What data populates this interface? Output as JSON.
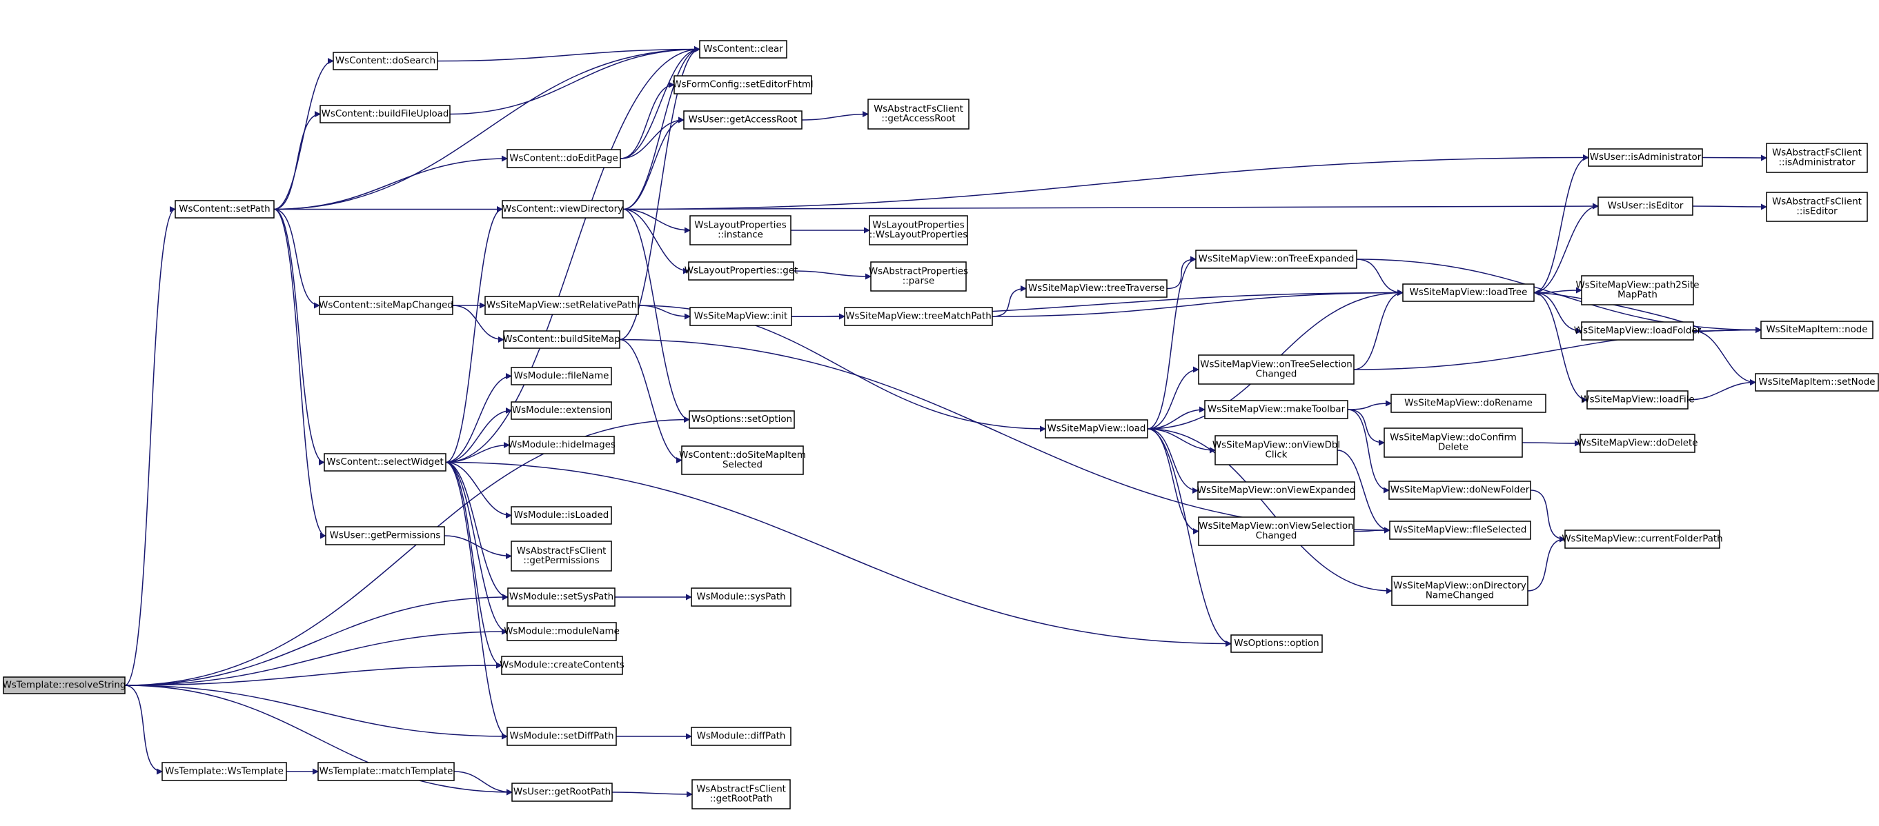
{
  "graph": {
    "edge_color": "#191970",
    "root_fill": "#bfbfbf",
    "nodes": [
      {
        "id": "resolveString",
        "lines": [
          "WsTemplate::resolveString"
        ],
        "root": true
      },
      {
        "id": "setPath",
        "lines": [
          "WsContent::setPath"
        ]
      },
      {
        "id": "doSearch",
        "lines": [
          "WsContent::doSearch"
        ]
      },
      {
        "id": "buildFileUpload",
        "lines": [
          "WsContent::buildFileUpload"
        ]
      },
      {
        "id": "siteMapChanged",
        "lines": [
          "WsContent::siteMapChanged"
        ]
      },
      {
        "id": "selectWidget",
        "lines": [
          "WsContent::selectWidget"
        ]
      },
      {
        "id": "getPermissions",
        "lines": [
          "WsUser::getPermissions"
        ]
      },
      {
        "id": "wsTemplate",
        "lines": [
          "WsTemplate::WsTemplate"
        ]
      },
      {
        "id": "matchTemplate",
        "lines": [
          "WsTemplate::matchTemplate"
        ]
      },
      {
        "id": "clear",
        "lines": [
          "WsContent::clear"
        ]
      },
      {
        "id": "setEditorFhtml",
        "lines": [
          "WsFormConfig::setEditorFhtml"
        ]
      },
      {
        "id": "getAccessRoot",
        "lines": [
          "WsUser::getAccessRoot"
        ]
      },
      {
        "id": "doEditPage",
        "lines": [
          "WsContent::doEditPage"
        ]
      },
      {
        "id": "viewDirectory",
        "lines": [
          "WsContent::viewDirectory"
        ]
      },
      {
        "id": "setRelativePath",
        "lines": [
          "WsSiteMapView::setRelativePath"
        ]
      },
      {
        "id": "buildSiteMap",
        "lines": [
          "WsContent::buildSiteMap"
        ]
      },
      {
        "id": "fileName",
        "lines": [
          "WsModule::fileName"
        ]
      },
      {
        "id": "extension",
        "lines": [
          "WsModule::extension"
        ]
      },
      {
        "id": "hideImages",
        "lines": [
          "WsModule::hideImages"
        ]
      },
      {
        "id": "isLoaded",
        "lines": [
          "WsModule::isLoaded"
        ]
      },
      {
        "id": "afcGetPermissions",
        "lines": [
          "WsAbstractFsClient",
          "::getPermissions"
        ]
      },
      {
        "id": "setSysPath",
        "lines": [
          "WsModule::setSysPath"
        ]
      },
      {
        "id": "moduleName",
        "lines": [
          "WsModule::moduleName"
        ]
      },
      {
        "id": "createContents",
        "lines": [
          "WsModule::createContents"
        ]
      },
      {
        "id": "setDiffPath",
        "lines": [
          "WsModule::setDiffPath"
        ]
      },
      {
        "id": "getRootPath",
        "lines": [
          "WsUser::getRootPath"
        ]
      },
      {
        "id": "afcGetAccessRoot",
        "lines": [
          "WsAbstractFsClient",
          "::getAccessRoot"
        ]
      },
      {
        "id": "lpInstance",
        "lines": [
          "WsLayoutProperties",
          "::instance"
        ]
      },
      {
        "id": "lpGet",
        "lines": [
          "WsLayoutProperties::get"
        ]
      },
      {
        "id": "lpCtor",
        "lines": [
          "WsLayoutProperties",
          "::WsLayoutProperties"
        ]
      },
      {
        "id": "apParse",
        "lines": [
          "WsAbstractProperties",
          "::parse"
        ]
      },
      {
        "id": "smvInit",
        "lines": [
          "WsSiteMapView::init"
        ]
      },
      {
        "id": "setOption",
        "lines": [
          "WsOptions::setOption"
        ]
      },
      {
        "id": "doSiteMapItemSelected",
        "lines": [
          "WsContent::doSiteMapItem",
          "Selected"
        ]
      },
      {
        "id": "sysPath",
        "lines": [
          "WsModule::sysPath"
        ]
      },
      {
        "id": "diffPath",
        "lines": [
          "WsModule::diffPath"
        ]
      },
      {
        "id": "afcGetRootPath",
        "lines": [
          "WsAbstractFsClient",
          "::getRootPath"
        ]
      },
      {
        "id": "treeMatchPath",
        "lines": [
          "WsSiteMapView::treeMatchPath"
        ]
      },
      {
        "id": "treeTraverse",
        "lines": [
          "WsSiteMapView::treeTraverse"
        ]
      },
      {
        "id": "smvLoad",
        "lines": [
          "WsSiteMapView::load"
        ]
      },
      {
        "id": "onTreeExpanded",
        "lines": [
          "WsSiteMapView::onTreeExpanded"
        ]
      },
      {
        "id": "onTreeSelectionChanged",
        "lines": [
          "WsSiteMapView::onTreeSelection",
          "Changed"
        ]
      },
      {
        "id": "makeToolbar",
        "lines": [
          "WsSiteMapView::makeToolbar"
        ]
      },
      {
        "id": "onViewDblClick",
        "lines": [
          "WsSiteMapView::onViewDbl",
          "Click"
        ]
      },
      {
        "id": "onViewExpanded",
        "lines": [
          "WsSiteMapView::onViewExpanded"
        ]
      },
      {
        "id": "onViewSelectionChanged",
        "lines": [
          "WsSiteMapView::onViewSelection",
          "Changed"
        ]
      },
      {
        "id": "isAdministrator",
        "lines": [
          "WsUser::isAdministrator"
        ]
      },
      {
        "id": "isEditor",
        "lines": [
          "WsUser::isEditor"
        ]
      },
      {
        "id": "loadTree",
        "lines": [
          "WsSiteMapView::loadTree"
        ]
      },
      {
        "id": "doRename",
        "lines": [
          "WsSiteMapView::doRename"
        ]
      },
      {
        "id": "doConfirmDelete",
        "lines": [
          "WsSiteMapView::doConfirm",
          "Delete"
        ]
      },
      {
        "id": "doNewFolder",
        "lines": [
          "WsSiteMapView::doNewFolder"
        ]
      },
      {
        "id": "fileSelected",
        "lines": [
          "WsSiteMapView::fileSelected"
        ]
      },
      {
        "id": "onDirectoryNameChanged",
        "lines": [
          "WsSiteMapView::onDirectory",
          "NameChanged"
        ]
      },
      {
        "id": "wsOption",
        "lines": [
          "WsOptions::option"
        ]
      },
      {
        "id": "path2SiteMapPath",
        "lines": [
          "WsSiteMapView::path2Site",
          "MapPath"
        ]
      },
      {
        "id": "loadFolder",
        "lines": [
          "WsSiteMapView::loadFolder"
        ]
      },
      {
        "id": "loadFile",
        "lines": [
          "WsSiteMapView::loadFile"
        ]
      },
      {
        "id": "doDelete",
        "lines": [
          "WsSiteMapView::doDelete"
        ]
      },
      {
        "id": "currentFolderPath",
        "lines": [
          "WsSiteMapView::currentFolderPath"
        ]
      },
      {
        "id": "afcIsAdministrator",
        "lines": [
          "WsAbstractFsClient",
          "::isAdministrator"
        ]
      },
      {
        "id": "afcIsEditor",
        "lines": [
          "WsAbstractFsClient",
          "::isEditor"
        ]
      },
      {
        "id": "siteMapItemNode",
        "lines": [
          "WsSiteMapItem::node"
        ]
      },
      {
        "id": "siteMapItemSetNode",
        "lines": [
          "WsSiteMapItem::setNode"
        ]
      }
    ],
    "edges": [
      [
        "resolveString",
        "setPath"
      ],
      [
        "resolveString",
        "setSysPath"
      ],
      [
        "resolveString",
        "moduleName"
      ],
      [
        "resolveString",
        "createContents"
      ],
      [
        "resolveString",
        "setOption"
      ],
      [
        "resolveString",
        "setDiffPath"
      ],
      [
        "resolveString",
        "wsTemplate"
      ],
      [
        "resolveString",
        "getRootPath"
      ],
      [
        "setPath",
        "clear"
      ],
      [
        "setPath",
        "doSearch"
      ],
      [
        "setPath",
        "buildFileUpload"
      ],
      [
        "setPath",
        "doEditPage"
      ],
      [
        "setPath",
        "viewDirectory"
      ],
      [
        "setPath",
        "siteMapChanged"
      ],
      [
        "setPath",
        "selectWidget"
      ],
      [
        "setPath",
        "getPermissions"
      ],
      [
        "doSearch",
        "clear"
      ],
      [
        "buildFileUpload",
        "clear"
      ],
      [
        "doEditPage",
        "clear"
      ],
      [
        "doEditPage",
        "setEditorFhtml"
      ],
      [
        "doEditPage",
        "getAccessRoot"
      ],
      [
        "getAccessRoot",
        "afcGetAccessRoot"
      ],
      [
        "viewDirectory",
        "clear"
      ],
      [
        "viewDirectory",
        "getAccessRoot"
      ],
      [
        "viewDirectory",
        "isAdministrator"
      ],
      [
        "viewDirectory",
        "isEditor"
      ],
      [
        "viewDirectory",
        "lpInstance"
      ],
      [
        "viewDirectory",
        "lpGet"
      ],
      [
        "viewDirectory",
        "setOption"
      ],
      [
        "lpInstance",
        "lpCtor"
      ],
      [
        "lpGet",
        "apParse"
      ],
      [
        "siteMapChanged",
        "setRelativePath"
      ],
      [
        "siteMapChanged",
        "buildSiteMap"
      ],
      [
        "setRelativePath",
        "smvInit"
      ],
      [
        "setRelativePath",
        "smvLoad"
      ],
      [
        "buildSiteMap",
        "clear"
      ],
      [
        "buildSiteMap",
        "doSiteMapItemSelected"
      ],
      [
        "buildSiteMap",
        "fileSelected"
      ],
      [
        "selectWidget",
        "clear"
      ],
      [
        "selectWidget",
        "viewDirectory"
      ],
      [
        "selectWidget",
        "fileName"
      ],
      [
        "selectWidget",
        "extension"
      ],
      [
        "selectWidget",
        "hideImages"
      ],
      [
        "selectWidget",
        "isLoaded"
      ],
      [
        "selectWidget",
        "setSysPath"
      ],
      [
        "selectWidget",
        "moduleName"
      ],
      [
        "selectWidget",
        "createContents"
      ],
      [
        "selectWidget",
        "setDiffPath"
      ],
      [
        "selectWidget",
        "wsOption"
      ],
      [
        "getPermissions",
        "afcGetPermissions"
      ],
      [
        "setSysPath",
        "sysPath"
      ],
      [
        "setDiffPath",
        "diffPath"
      ],
      [
        "wsTemplate",
        "matchTemplate"
      ],
      [
        "matchTemplate",
        "getRootPath"
      ],
      [
        "getRootPath",
        "afcGetRootPath"
      ],
      [
        "smvInit",
        "treeMatchPath"
      ],
      [
        "smvInit",
        "loadTree"
      ],
      [
        "treeMatchPath",
        "treeTraverse"
      ],
      [
        "treeMatchPath",
        "loadTree"
      ],
      [
        "treeTraverse",
        "onTreeExpanded"
      ],
      [
        "smvLoad",
        "onTreeExpanded"
      ],
      [
        "smvLoad",
        "loadTree"
      ],
      [
        "smvLoad",
        "onTreeSelectionChanged"
      ],
      [
        "smvLoad",
        "makeToolbar"
      ],
      [
        "smvLoad",
        "onViewDblClick"
      ],
      [
        "smvLoad",
        "onViewExpanded"
      ],
      [
        "smvLoad",
        "onViewSelectionChanged"
      ],
      [
        "smvLoad",
        "onDirectoryNameChanged"
      ],
      [
        "smvLoad",
        "wsOption"
      ],
      [
        "onTreeExpanded",
        "loadTree"
      ],
      [
        "onTreeExpanded",
        "siteMapItemNode"
      ],
      [
        "onTreeSelectionChanged",
        "loadTree"
      ],
      [
        "onTreeSelectionChanged",
        "siteMapItemNode"
      ],
      [
        "makeToolbar",
        "doRename"
      ],
      [
        "makeToolbar",
        "doConfirmDelete"
      ],
      [
        "makeToolbar",
        "doNewFolder"
      ],
      [
        "onViewDblClick",
        "fileSelected"
      ],
      [
        "onViewSelectionChanged",
        "fileSelected"
      ],
      [
        "onDirectoryNameChanged",
        "currentFolderPath"
      ],
      [
        "loadTree",
        "isAdministrator"
      ],
      [
        "loadTree",
        "isEditor"
      ],
      [
        "loadTree",
        "path2SiteMapPath"
      ],
      [
        "loadTree",
        "loadFolder"
      ],
      [
        "loadTree",
        "loadFile"
      ],
      [
        "loadFolder",
        "loadTree"
      ],
      [
        "loadFolder",
        "siteMapItemNode"
      ],
      [
        "loadFolder",
        "siteMapItemSetNode"
      ],
      [
        "loadFile",
        "siteMapItemSetNode"
      ],
      [
        "isAdministrator",
        "afcIsAdministrator"
      ],
      [
        "isEditor",
        "afcIsEditor"
      ],
      [
        "doConfirmDelete",
        "doDelete"
      ],
      [
        "doNewFolder",
        "currentFolderPath"
      ]
    ]
  }
}
